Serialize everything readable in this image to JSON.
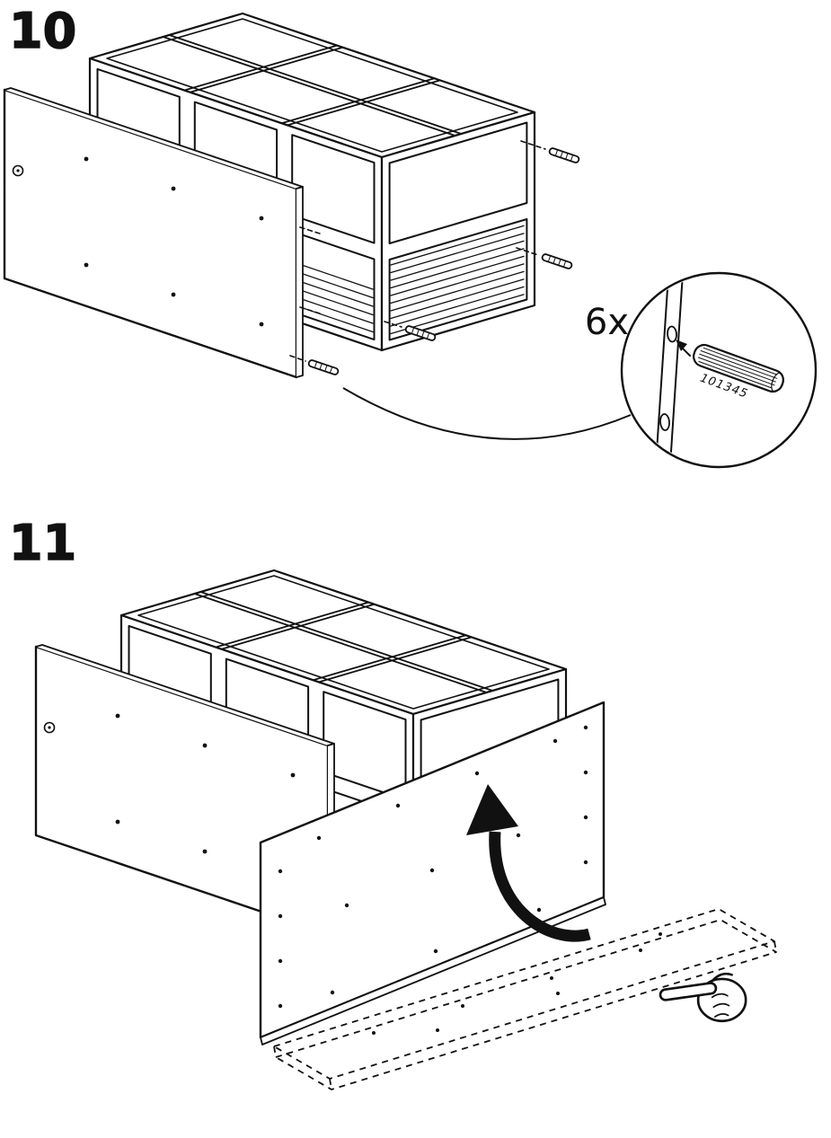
{
  "page": {
    "background": "#ffffff",
    "ink": "#111111"
  },
  "steps": [
    {
      "number": "10",
      "callout": {
        "quantity_label": "6x",
        "part_number": "101345",
        "part_name": "wood-dowel"
      },
      "illustration": "open-shelf-frame-with-dowels-and-loose-side-panel"
    },
    {
      "number": "11",
      "illustration": "shelf-frame-with-panel-lifted-from-floor-rotation-arrow-and-pointing-hand"
    }
  ]
}
